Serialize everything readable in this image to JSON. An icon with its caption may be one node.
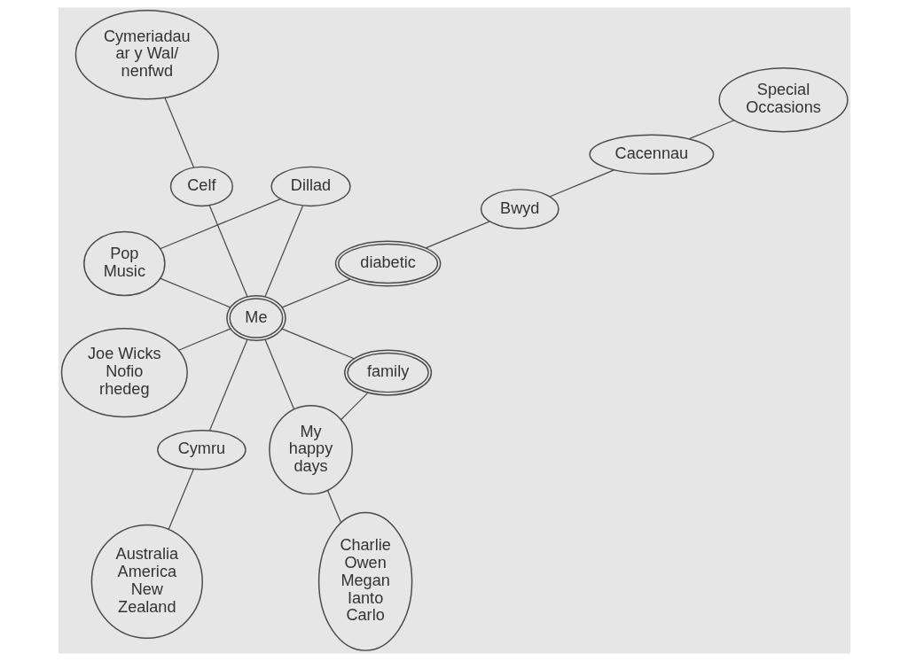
{
  "diagram": {
    "nodes": [
      {
        "text": [
          "My happy days"
        ]
      },
      {
        "text": [
          "family"
        ]
      },
      {
        "text": [
          "Me"
        ]
      },
      {
        "text": [
          "diabetic"
        ]
      },
      {
        "text": [
          "Dillad"
        ]
      },
      {
        "text": [
          "Charlie Owen Megan Ianto Carlo"
        ]
      },
      {
        "text": [
          "Bwyd"
        ]
      },
      {
        "text": [
          "Celf"
        ]
      },
      {
        "text": [
          "Cacennau"
        ]
      },
      {
        "text": [
          "Pop Music"
        ]
      },
      {
        "text": [
          "Joe Wicks Nofio rhedeg"
        ]
      },
      {
        "text": [
          "Cymru"
        ]
      },
      {
        "text": [
          "Australia America New Zealand"
        ]
      },
      {
        "text": [
          "Cymeriadau ar y Wal/ nenfwd"
        ]
      },
      {
        "text": [
          "Special Occasions"
        ]
      }
    ],
    "edges": [
      {
        "from": 0,
        "to": 1,
        "arrow": "none"
      },
      {
        "from": 0,
        "to": 2,
        "arrow": "none"
      },
      {
        "from": 0,
        "to": 5,
        "arrow": "none"
      },
      {
        "from": 1,
        "to": 2,
        "arrow": "none"
      },
      {
        "from": 2,
        "to": 3,
        "arrow": "none"
      },
      {
        "from": 2,
        "to": 4,
        "arrow": "none"
      },
      {
        "from": 2,
        "to": 9,
        "arrow": "none"
      },
      {
        "from": 4,
        "to": 9,
        "arrow": "none"
      },
      {
        "from": 3,
        "to": 6,
        "arrow": "none"
      },
      {
        "from": 6,
        "to": 8,
        "arrow": "none"
      },
      {
        "from": 8,
        "to": 14,
        "arrow": "none"
      },
      {
        "from": 2,
        "to": 7,
        "arrow": "none"
      },
      {
        "from": 2,
        "to": 11,
        "arrow": "none"
      },
      {
        "from": 2,
        "to": 10,
        "arrow": "none"
      },
      {
        "from": 7,
        "to": 13,
        "arrow": "none"
      },
      {
        "from": 11,
        "to": 12,
        "arrow": "none"
      }
    ]
  }
}
